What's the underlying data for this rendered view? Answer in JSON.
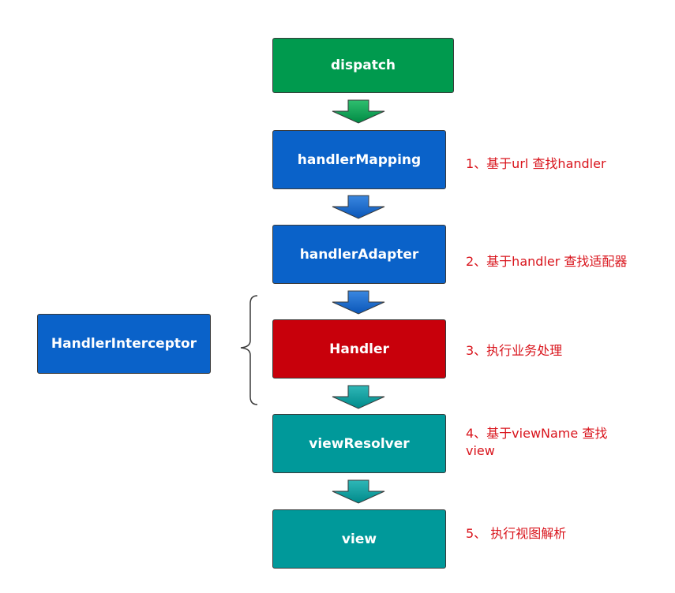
{
  "flow": {
    "steps": [
      {
        "label": "dispatch"
      },
      {
        "label": "handlerMapping"
      },
      {
        "label": "handlerAdapter"
      },
      {
        "label": "Handler"
      },
      {
        "label": "viewResolver"
      },
      {
        "label": "view"
      }
    ],
    "interceptor": {
      "label": "HandlerInterceptor"
    },
    "notes": [
      "1、基于url 查找handler",
      "2、基于handler 查找适配器",
      "3、执行业务处理",
      "4、基于viewName 查找view",
      "5、 执行视图解析"
    ]
  },
  "colors": {
    "dispatch": "#009a4e",
    "blue": "#0a62c9",
    "handler": "#c8000b",
    "teal": "#00999a",
    "note_text": "#d9141c"
  }
}
